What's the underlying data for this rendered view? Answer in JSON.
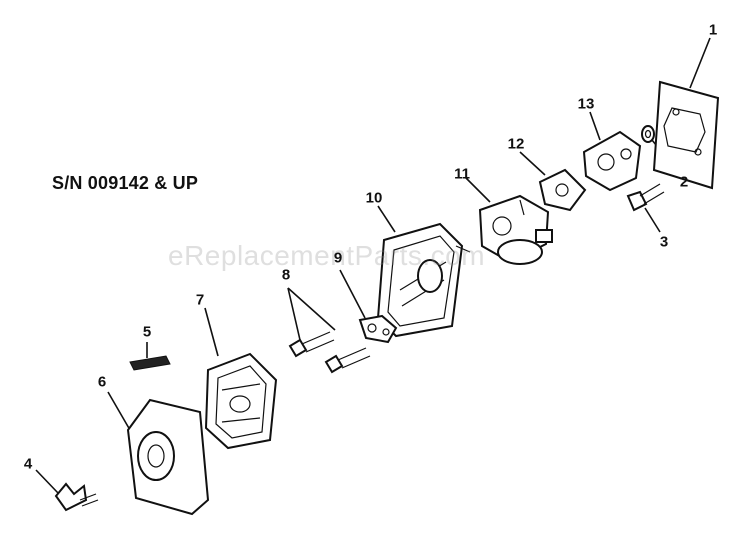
{
  "diagram": {
    "serial_note": "S/N 009142 & UP",
    "watermark": "eReplacementParts.com",
    "part_labels": [
      "1",
      "2",
      "3",
      "4",
      "5",
      "6",
      "7",
      "8",
      "9",
      "10",
      "11",
      "12",
      "13"
    ]
  }
}
